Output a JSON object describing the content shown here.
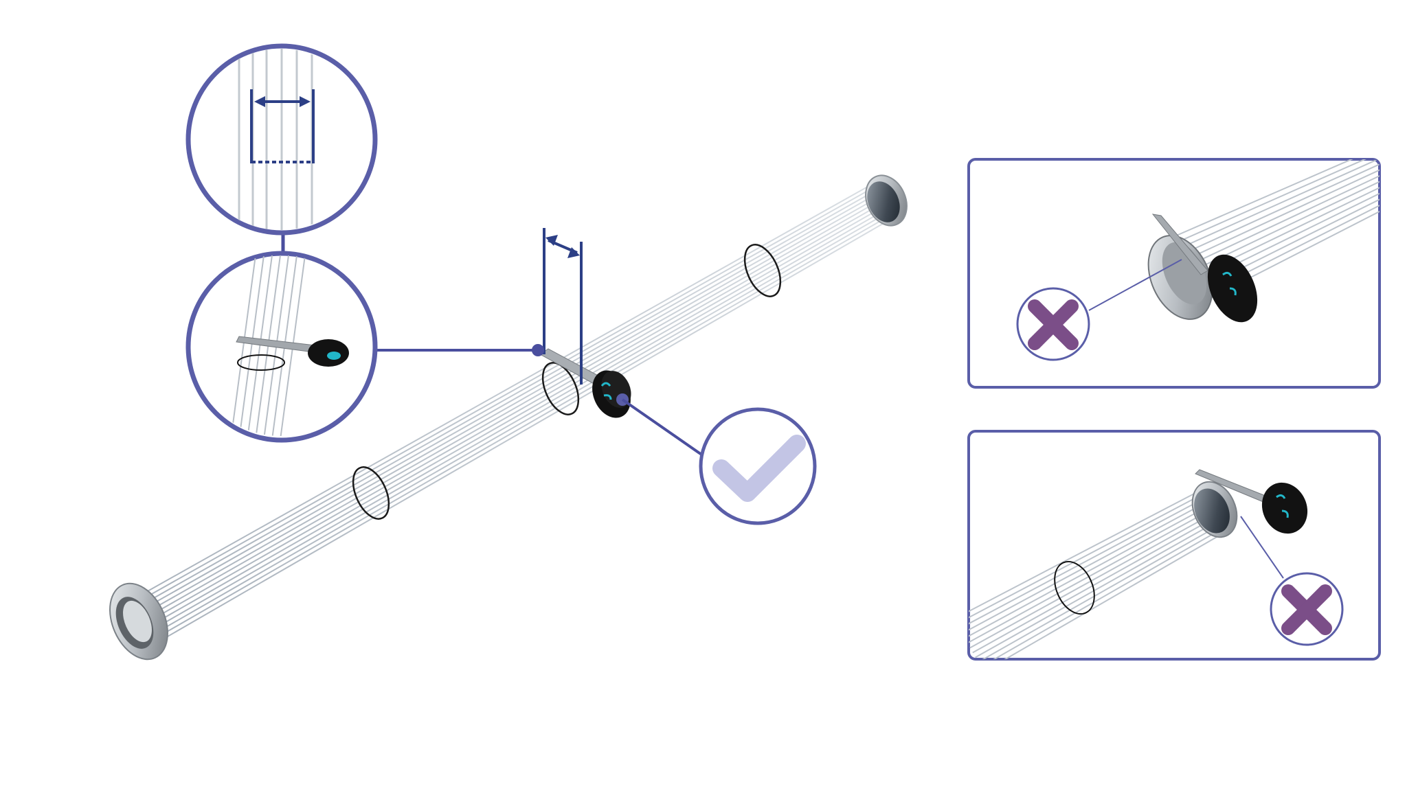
{
  "colors": {
    "frame": "#5a5ea8",
    "callout_line": "#4a4e9e",
    "dimension": "#2c3f86",
    "check_fill": "#c3c5e5",
    "cross_fill": "#7b4e88",
    "wire": "#b3bcc6",
    "ring": "#1a1a1a",
    "tape_body": "#141414",
    "tape_accent": "#22b7c9",
    "metal_light": "#d4d8dc",
    "metal_dark": "#6f7479"
  },
  "icons": {
    "correct": "check-mark-icon",
    "wrong": "cross-mark-icon"
  },
  "panels": {
    "correct_label": "correct",
    "wrong_top_label": "incorrect",
    "wrong_bottom_label": "incorrect"
  }
}
